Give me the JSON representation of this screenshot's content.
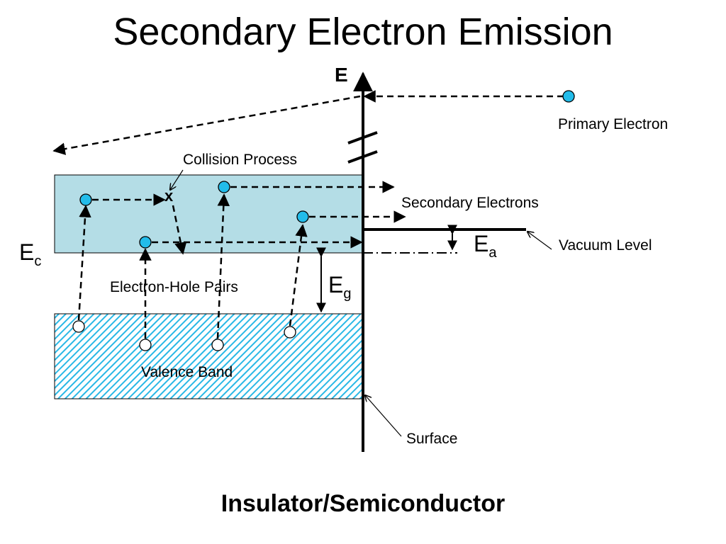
{
  "title": "Secondary Electron Emission",
  "caption": "Insulator/Semiconductor",
  "axis_label": "E",
  "labels": {
    "primary_electron": "Primary Electron",
    "collision_process": "Collision Process",
    "secondary_electrons": "Secondary Electrons",
    "vacuum_level": "Vacuum Level",
    "electron_hole_pairs": "Electron-Hole Pairs",
    "valence_band": "Valence Band",
    "surface": "Surface",
    "collision_mark": "x"
  },
  "symbols": {
    "ec": {
      "main": "E",
      "sub": "c"
    },
    "eg": {
      "main": "E",
      "sub": "g"
    },
    "ea": {
      "main": "E",
      "sub": "a"
    }
  },
  "colors": {
    "conduction_band_fill": "#b4dde6",
    "valence_band_hatch": "#29b8e6",
    "electron_fill": "#22bcea",
    "hole_fill": "#ffffff",
    "line": "#000000"
  }
}
